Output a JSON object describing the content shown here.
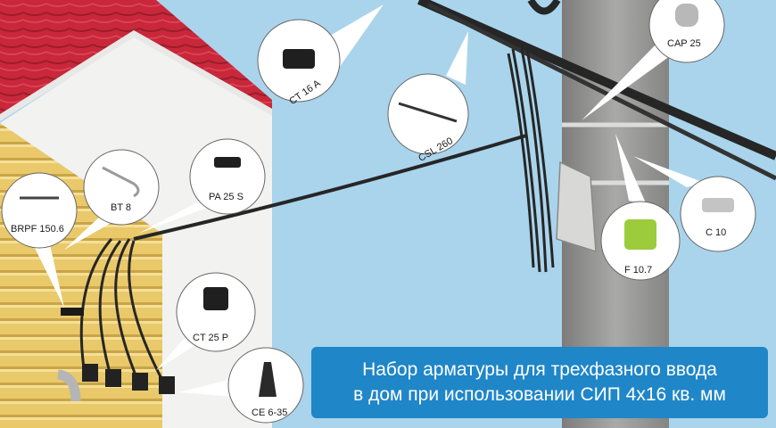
{
  "labels": {
    "ct16a": "CT 16 A",
    "csl260": "CSL 260",
    "cap25": "CAP 25",
    "c10": "C 10",
    "f107": "F 10.7",
    "brpf": "BRPF 150.6",
    "bt8": "BT 8",
    "pa25s": "PA 25 S",
    "ct25p": "CT 25 P",
    "ce635": "CE 6-35"
  },
  "caption": {
    "line1": "Набор арматуры для трехфазного ввода",
    "line2": "в дом при использовании СИП 4х16 кв. мм"
  },
  "colors": {
    "sky": "#a9d4ec",
    "roof": "#c8283a",
    "siding": "#e9c96a",
    "pole": "#9a9a98",
    "cable": "#262626",
    "caption_bg": "#1f86c8",
    "clamp_green": "#9ccb3b"
  }
}
